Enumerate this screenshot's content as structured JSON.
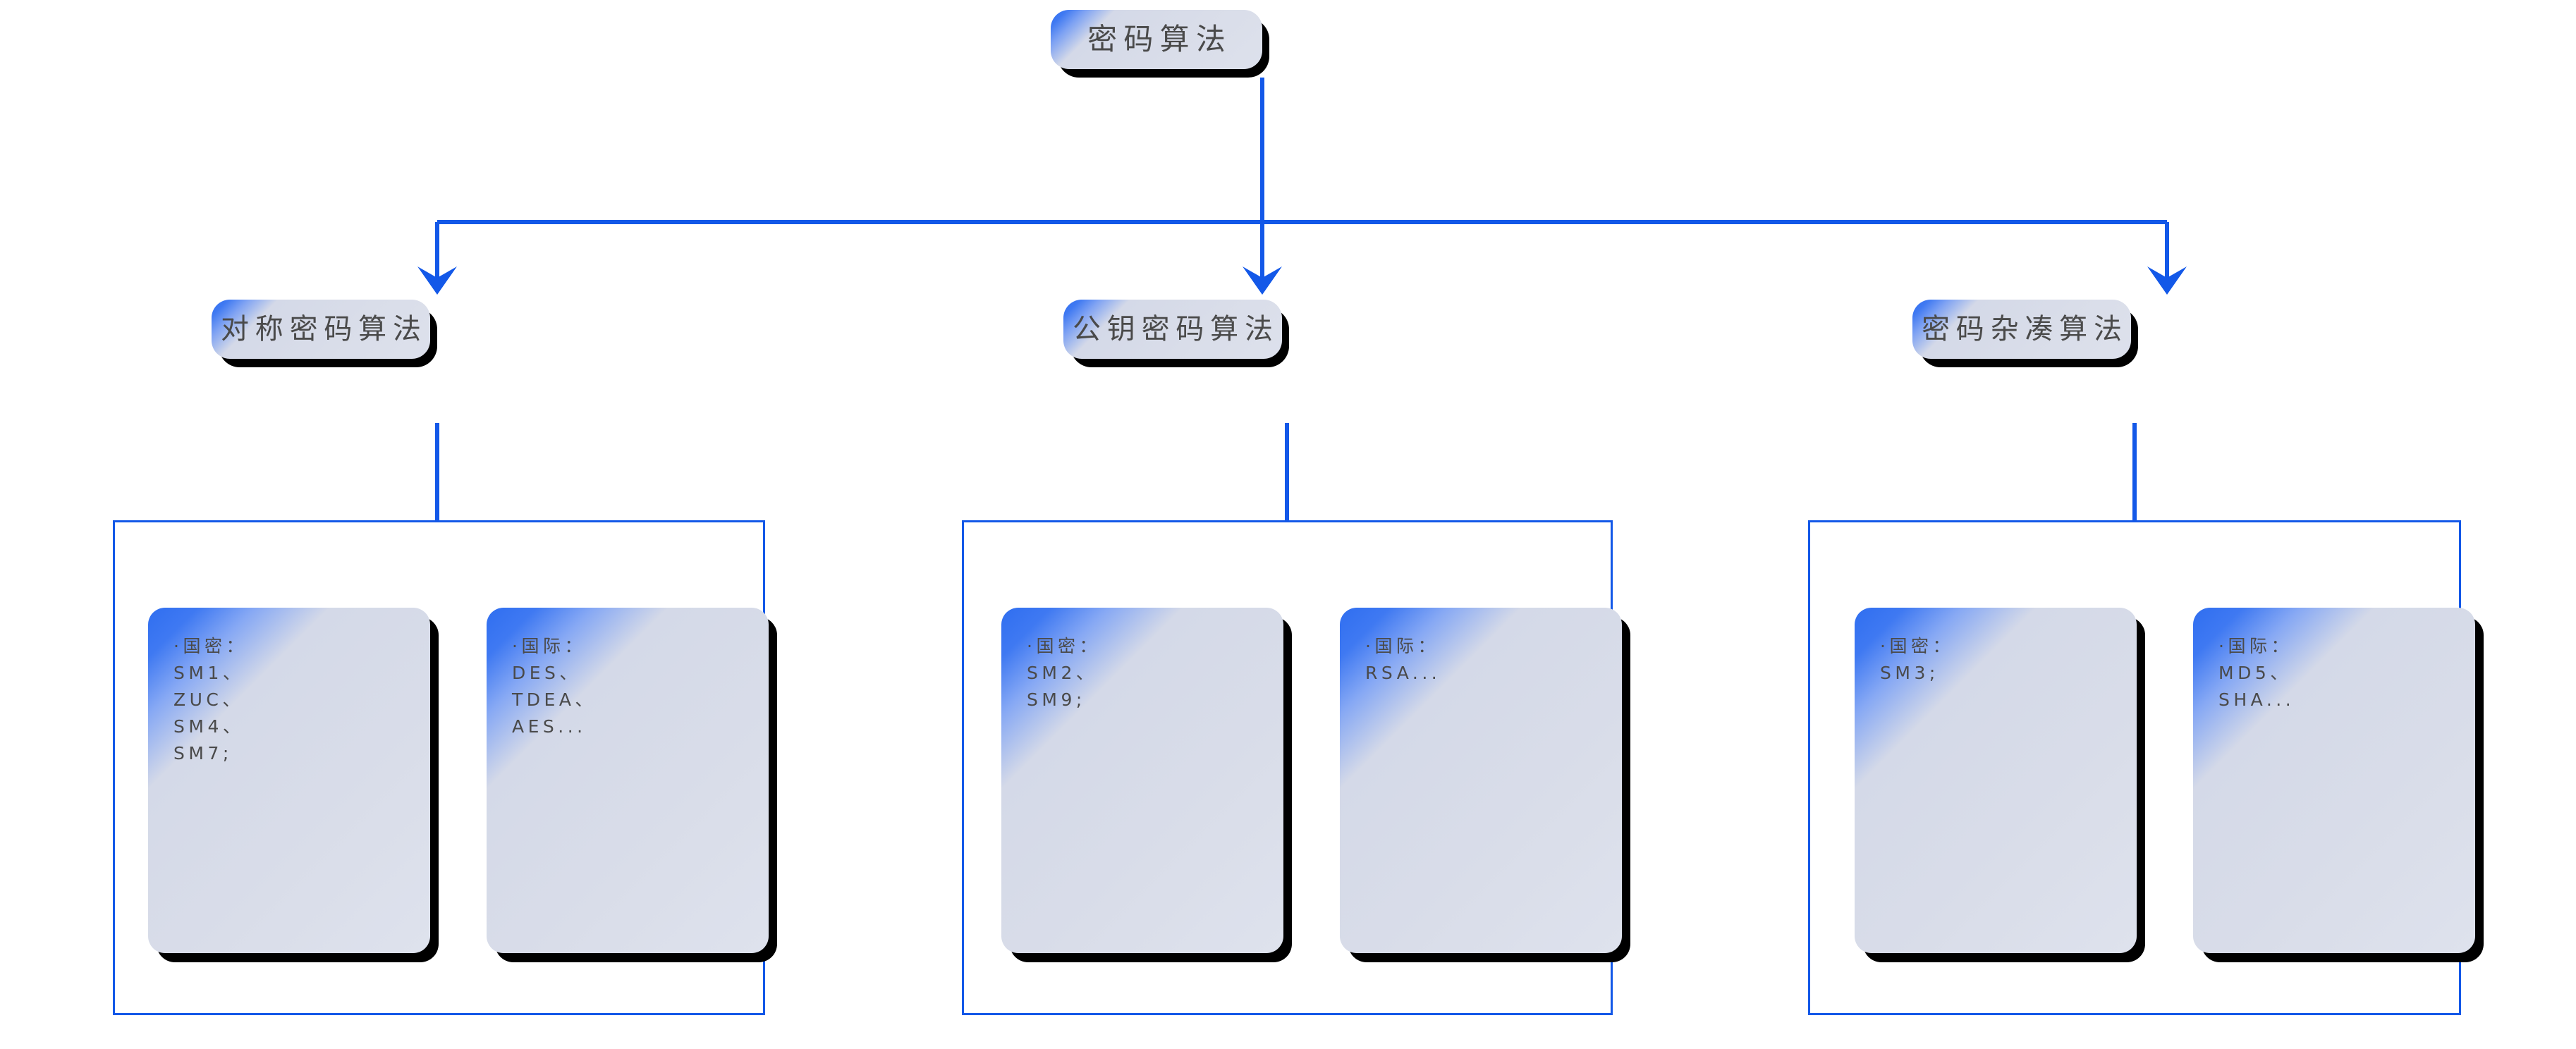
{
  "diagram": {
    "title_node": {
      "label": "密码算法"
    },
    "colors": {
      "connector": "#1358e8",
      "group_outline": "#1358e8",
      "card_accent": "#3f79f2",
      "card_body": "#d9dde9",
      "card_shadow": "#000000",
      "text": "#4a4a4a",
      "background": "#ffffff"
    },
    "branches": [
      {
        "id": "symmetric",
        "label": "对称密码算法",
        "leaves": [
          {
            "id": "sym-domestic",
            "bullet": "·",
            "heading": "国密：",
            "items_text": "SM1、\nZUC、\nSM4、\nSM7;",
            "items": [
              "SM1",
              "ZUC",
              "SM4",
              "SM7"
            ]
          },
          {
            "id": "sym-international",
            "bullet": "·",
            "heading": "国际：",
            "items_text": "DES、\nTDEA、\nAES...",
            "items": [
              "DES",
              "TDEA",
              "AES..."
            ]
          }
        ]
      },
      {
        "id": "publickey",
        "label": "公钥密码算法",
        "leaves": [
          {
            "id": "pub-domestic",
            "bullet": "·",
            "heading": "国密：",
            "items_text": "SM2、\nSM9;",
            "items": [
              "SM2",
              "SM9"
            ]
          },
          {
            "id": "pub-international",
            "bullet": "·",
            "heading": "国际：",
            "items_text": "RSA...",
            "items": [
              "RSA..."
            ]
          }
        ]
      },
      {
        "id": "hash",
        "label": "密码杂凑算法",
        "leaves": [
          {
            "id": "hash-domestic",
            "bullet": "·",
            "heading": "国密：",
            "items_text": "SM3;",
            "items": [
              "SM3"
            ]
          },
          {
            "id": "hash-international",
            "bullet": "·",
            "heading": "国际：",
            "items_text": "MD5、\nSHA...",
            "items": [
              "MD5",
              "SHA..."
            ]
          }
        ]
      }
    ]
  }
}
